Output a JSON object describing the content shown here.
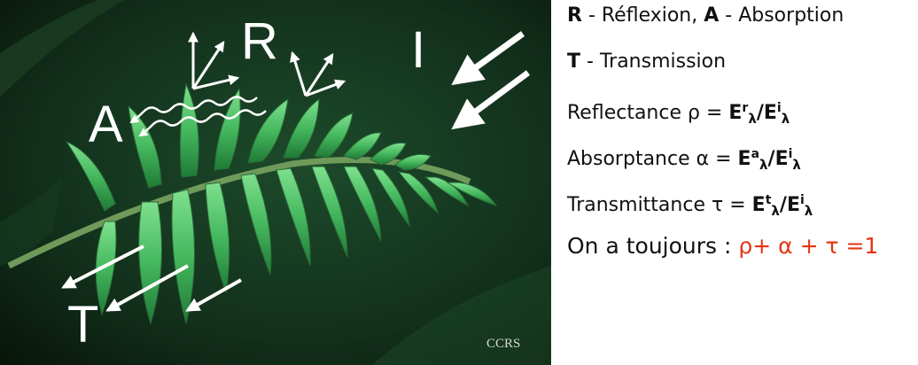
{
  "photo": {
    "labels": {
      "R": "R",
      "I": "I",
      "A": "A",
      "T": "T"
    },
    "credit": "CCRS"
  },
  "legend": {
    "line1_r": "R",
    "line1_r_text": " - Réflexion, ",
    "line1_a": "A",
    "line1_a_text": " - Absorption",
    "line2_t": "T",
    "line2_t_text": " - Transmission",
    "reflectance_label": "Reflectance ρ = ",
    "absorptance_label": "Absorptance α = ",
    "transmittance_label": "Transmittance τ = ",
    "E": "E",
    "sup_r": "r",
    "sup_a": "a",
    "sup_t": "t",
    "sup_i": "i",
    "lambda": "λ",
    "slash": "/",
    "conclusion_prefix": "On a toujours : ",
    "conclusion_formula": "ρ+ α + τ =1"
  },
  "colors": {
    "formula_highlight": "#e53412",
    "leaf_green": "#4fc46a",
    "background_dark": "#0e2415"
  }
}
